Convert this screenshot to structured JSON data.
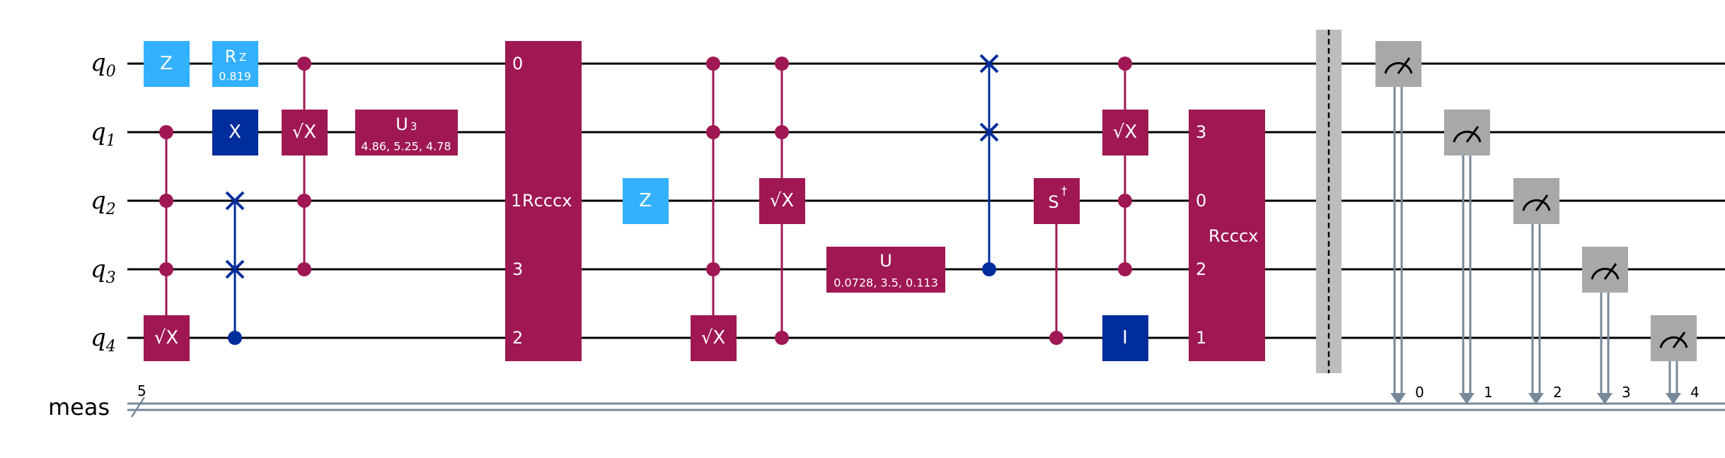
{
  "qubits": [
    "q",
    "q",
    "q",
    "q",
    "q"
  ],
  "qubit_indices": [
    "0",
    "1",
    "2",
    "3",
    "4"
  ],
  "classical_register": {
    "label": "meas",
    "size": "5"
  },
  "measure_bits": [
    "0",
    "1",
    "2",
    "3",
    "4"
  ],
  "colors": {
    "wire": "#000000",
    "creg": "#778899",
    "pauli": "#33b1ff",
    "clifford": "#002d9c",
    "custom": "#9f1853",
    "measure": "#a8a8a8",
    "barrier": "#bdbdbd"
  },
  "gates": {
    "z1": "Z",
    "rz": {
      "label": "R",
      "sub": "Z",
      "param": "0.819"
    },
    "x1": "X",
    "sx": "√X",
    "u3": {
      "label": "U",
      "sub": "3",
      "param": "4.86, 5.25, 4.78"
    },
    "rcccx1": {
      "label": "Rcccx",
      "pins": [
        "0",
        "1",
        "3",
        "2"
      ]
    },
    "z2": "Z",
    "u": {
      "label": "U",
      "param": "0.0728, 3.5, 0.113"
    },
    "sdg": "S",
    "sdg_sup": "†",
    "id": "I",
    "rcccx2": {
      "label": "Rcccx",
      "pins": [
        "3",
        "0",
        "2",
        "1"
      ]
    }
  }
}
